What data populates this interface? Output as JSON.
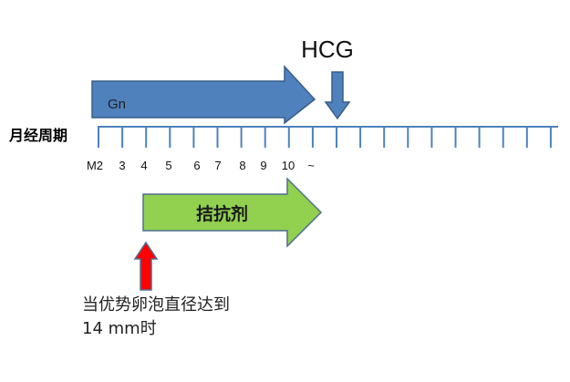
{
  "labels": {
    "hcg": "HCG",
    "gn": "Gn",
    "cycle": "月经周期",
    "antagonist": "拮抗剂",
    "condition_line1": "当优势卵泡直径达到",
    "condition_line2": "14 mm时"
  },
  "tick_labels": [
    "M2",
    "3",
    "4",
    "5",
    "6",
    "7",
    "8",
    "9",
    "10",
    "~"
  ],
  "colors": {
    "gn_arrow": "#4f81bd",
    "gn_arrow_stroke": "#385d8a",
    "antagonist_arrow": "#92d050",
    "antagonist_arrow_stroke": "#4f6f8f",
    "timeline": "#4f81bd",
    "start_arrow": "#ff0000",
    "start_arrow_stroke": "#4f6f8f"
  }
}
